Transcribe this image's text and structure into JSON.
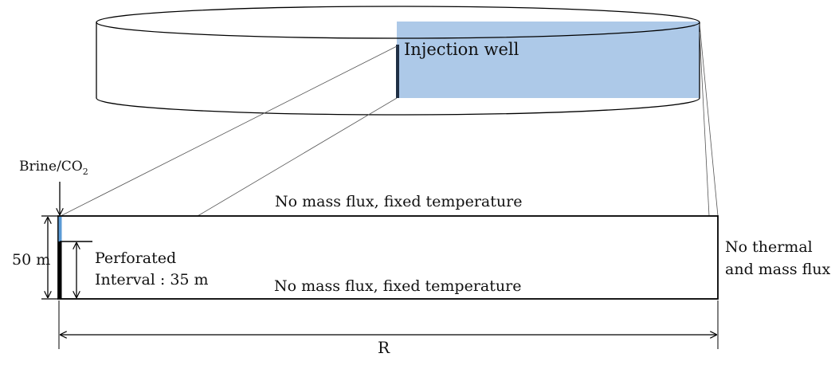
{
  "labels": {
    "injection_well": "Injection well",
    "brine": "Brine/CO",
    "brine_subscript": "2",
    "top_boundary": "No mass flux, fixed temperature",
    "bottom_boundary": "No mass flux, fixed temperature",
    "right_boundary_line1": "No thermal",
    "right_boundary_line2": "and mass flux",
    "thickness": "50 m",
    "perforated_line1": "Perforated",
    "perforated_line2": "Interval : 35 m",
    "radius": "R"
  },
  "colors": {
    "domain_fill": "#adc9e8",
    "well_line": "#1f2f45",
    "injection_marker": "#5b9bd5",
    "stroke": "#000000"
  }
}
